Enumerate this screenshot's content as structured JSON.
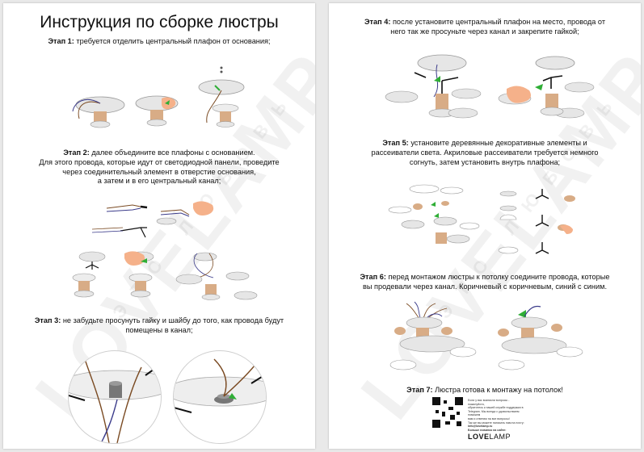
{
  "title": "Инструкция по сборке люстры",
  "steps": [
    {
      "label": "Этап 1:",
      "text": "требуется отделить центральный плафон от основания;"
    },
    {
      "label": "Этап 2:",
      "lines": [
        "далее объедините все плафоны с основанием.",
        "Для этого провода, которые идут от светодиодной панели, проведите",
        "через соединительный элемент в отверстие основания,",
        "а затем и в его центральный канал;"
      ]
    },
    {
      "label": "Этап 3:",
      "lines": [
        "не забудьте просунуть гайку и шайбу до того, как провода будут",
        "помещены в канал;"
      ]
    },
    {
      "label": "Этап 4:",
      "lines": [
        "после установите центральный плафон на место, провода от",
        "него так же просуньте через канал и закрепите гайкой;"
      ]
    },
    {
      "label": "Этап 5:",
      "lines": [
        "установите деревянные декоративные элементы и",
        "рассеиватели света. Акриловые рассеиватели требуется немного",
        "согнуть, затем установить внутрь плафона;"
      ]
    },
    {
      "label": "Этап 6:",
      "lines": [
        "перед монтажом люстры к потолку соедините провода, которые",
        "вы продевали через канал. Коричневый с коричневым, синий с синим."
      ]
    },
    {
      "label": "Этап 7:",
      "text": "Люстра готова к монтажу на потолок!"
    }
  ],
  "watermark": {
    "big": "LOVELAMP",
    "small": "ЭТО ЛЮБОВЬ"
  },
  "contact": {
    "lines": [
      "Если у вас возникли вопросы - пожалуйста,",
      "обратитесь к нашей службе поддержки в",
      "Telegram. Мы всегда с удовольствием поможем",
      "вам и ответим на все вопросы!",
      "Так же вы можете написать нам на почту:",
      "info@lovelamp.ru",
      "Больше новинок на сайте:"
    ],
    "brand_a": "LOVE",
    "brand_b": "LAMP"
  },
  "colors": {
    "green": "#2fae36",
    "wood": "#d8ac86",
    "shade": "#dcdcdc",
    "wire_brown": "#7a4a22",
    "wire_blue": "#3b3b8a"
  }
}
